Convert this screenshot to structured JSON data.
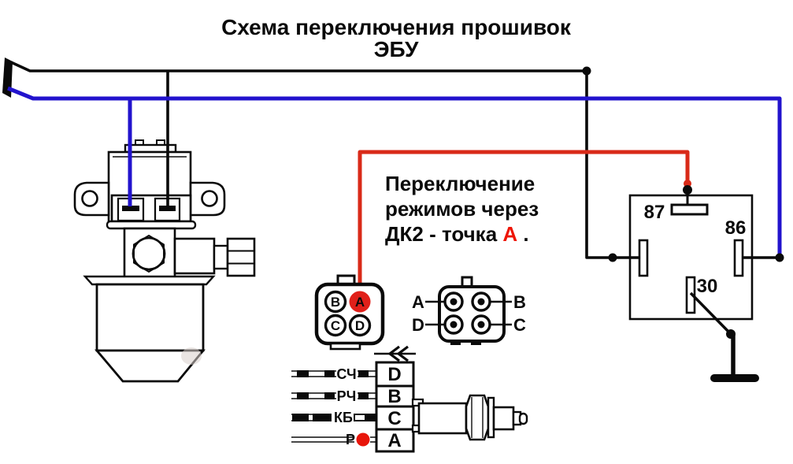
{
  "title": {
    "line1": "Схема переключения прошивок",
    "line2": "ЭБУ"
  },
  "note": {
    "line1": "Переключение",
    "line2": "режимов через",
    "line3_prefix": "ДК2 - точка ",
    "line3_highlight": "А",
    "line3_suffix": " ."
  },
  "relay": {
    "pin_top": "87",
    "pin_right": "86",
    "pin_switch": "30"
  },
  "connector_dk2": {
    "pin_top_left": "B",
    "pin_top_right": "A",
    "pin_bottom_left": "C",
    "pin_bottom_right": "D"
  },
  "connector_pinout": {
    "label_top_left": "A",
    "label_top_right": "B",
    "label_bottom_left": "D",
    "label_bottom_right": "C"
  },
  "harness": {
    "wires": [
      {
        "label": "СЧ",
        "pin": "D"
      },
      {
        "label": "РЧ",
        "pin": "B"
      },
      {
        "label": "КБ",
        "pin": "C"
      },
      {
        "label": "Р",
        "pin": "A"
      }
    ]
  },
  "colors": {
    "wire_blue": "#2213cd",
    "wire_red": "#d92a18",
    "highlight_red": "#ee1505",
    "pin_a_red": "#e0201a",
    "pin_a_letter": "#8c1207",
    "dot_red": "#e8150a"
  }
}
